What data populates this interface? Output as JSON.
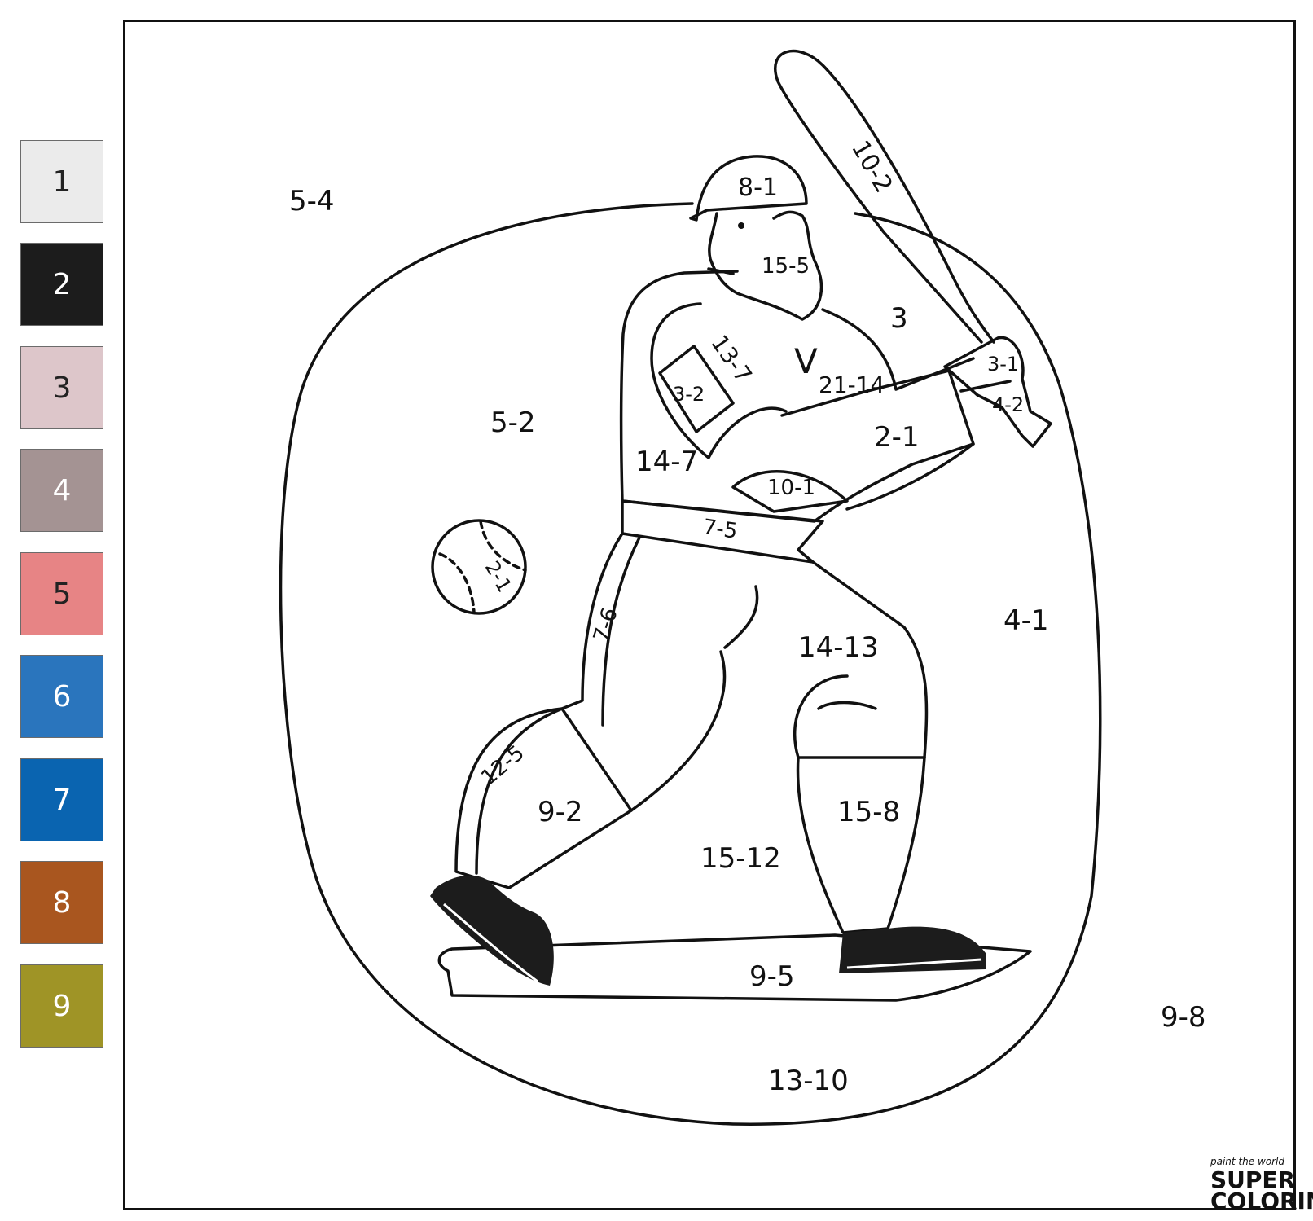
{
  "palette": [
    {
      "number": "1",
      "color": "#ebebeb",
      "text_color": "#222222"
    },
    {
      "number": "2",
      "color": "#1c1c1c",
      "text_color": "#ffffff"
    },
    {
      "number": "3",
      "color": "#ddc6ca",
      "text_color": "#222222"
    },
    {
      "number": "4",
      "color": "#a49393",
      "text_color": "#ffffff"
    },
    {
      "number": "5",
      "color": "#e78485",
      "text_color": "#222222"
    },
    {
      "number": "6",
      "color": "#2a75bd",
      "text_color": "#ffffff"
    },
    {
      "number": "7",
      "color": "#0a64b0",
      "text_color": "#ffffff"
    },
    {
      "number": "8",
      "color": "#a9561f",
      "text_color": "#ffffff"
    },
    {
      "number": "9",
      "color": "#9f9426",
      "text_color": "#ffffff"
    }
  ],
  "regions": {
    "sky_top_left": "5-4",
    "cap": "8-1",
    "bat": "10-2",
    "face": "15-5",
    "shoulder": "3",
    "sleeve": "13-7",
    "sleeve_patch": "3-2",
    "chest": "21-14",
    "glove_upper": "3-1",
    "glove_lower": "4-2",
    "field_left": "5-2",
    "arm": "2-1",
    "torso": "14-7",
    "belt_buckle": "10-1",
    "belt": "7-5",
    "ball": "2-1",
    "leg_stripe": "7-6",
    "field_right": "4-1",
    "pants": "14-13",
    "sock_left_stripe": "12-5",
    "sock_left": "9-2",
    "sock_right": "15-8",
    "pants_lower": "15-12",
    "home_plate": "9-5",
    "corner_right": "9-8",
    "ground": "13-10"
  },
  "watermark": {
    "line1": "paint the world",
    "line2": "SUPER",
    "line3": "COLORING"
  }
}
